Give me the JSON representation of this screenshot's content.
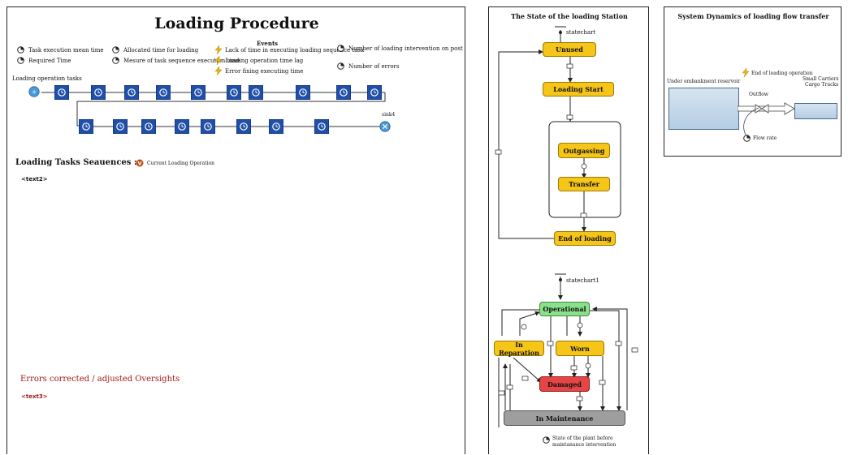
{
  "loading_panel": {
    "title": "Loading Procedure",
    "legend": {
      "task_execution_mean_time": "Task execution mean time",
      "required_time": "Required Time",
      "allocated_time": "Allocated time for loading",
      "mesure_task_sequence": "Mesure of task sequence execution time",
      "events_header": "Events",
      "event_lack_of_time": "Lack of time in executing loading sequence task",
      "event_time_lag": "Loading operation time lag",
      "event_error_fixing": "Error fixing executing time",
      "number_of_interventions": "Number of loading intervention on post",
      "number_of_errors": "Number of errors"
    },
    "tasks_label": "Loading operation tasks",
    "sink_label": "sink4",
    "sequences_label": "Loading Tasks Seauences :",
    "current_op_label": "Current Loading Operation",
    "text2": "<text2>",
    "errors_label": "Errors corrected / adjusted Oversights",
    "text3": "<text3>"
  },
  "station_panel": {
    "title": "The State of the loading Station",
    "statechart": "statechart",
    "statechart1": "statechart1",
    "states": {
      "unused": "Unused",
      "loading_start": "Loading Start",
      "outgassing": "Outgassing",
      "transfer": "Transfer",
      "end_of_loading": "End of loading",
      "operational": "Operational",
      "in_reparation": "In Reparation",
      "worn": "Worn",
      "damaged": "Damaged",
      "in_maintenance": "In Maintenance"
    },
    "plant_state_label_1": "State of the plant before",
    "plant_state_label_2": "maintanance intervention"
  },
  "dynamics_panel": {
    "title": "System Dynamics of loading flow transfer",
    "event_end": "End of loading operation",
    "reservoir": "Under embankment reservoir",
    "outflow": "Outflow",
    "carriers_1": "Small Carriers",
    "carriers_2": "Cargo Trucks",
    "flow_rate": "Flow rate"
  },
  "colors": {
    "task_block": "#1f4fa8",
    "state_yellow": "#f5c518",
    "state_green": "#8be08b",
    "state_red": "#e64545",
    "state_gray": "#9e9e9e",
    "error_text": "#a01818",
    "event_bolt": "#f0b800"
  }
}
